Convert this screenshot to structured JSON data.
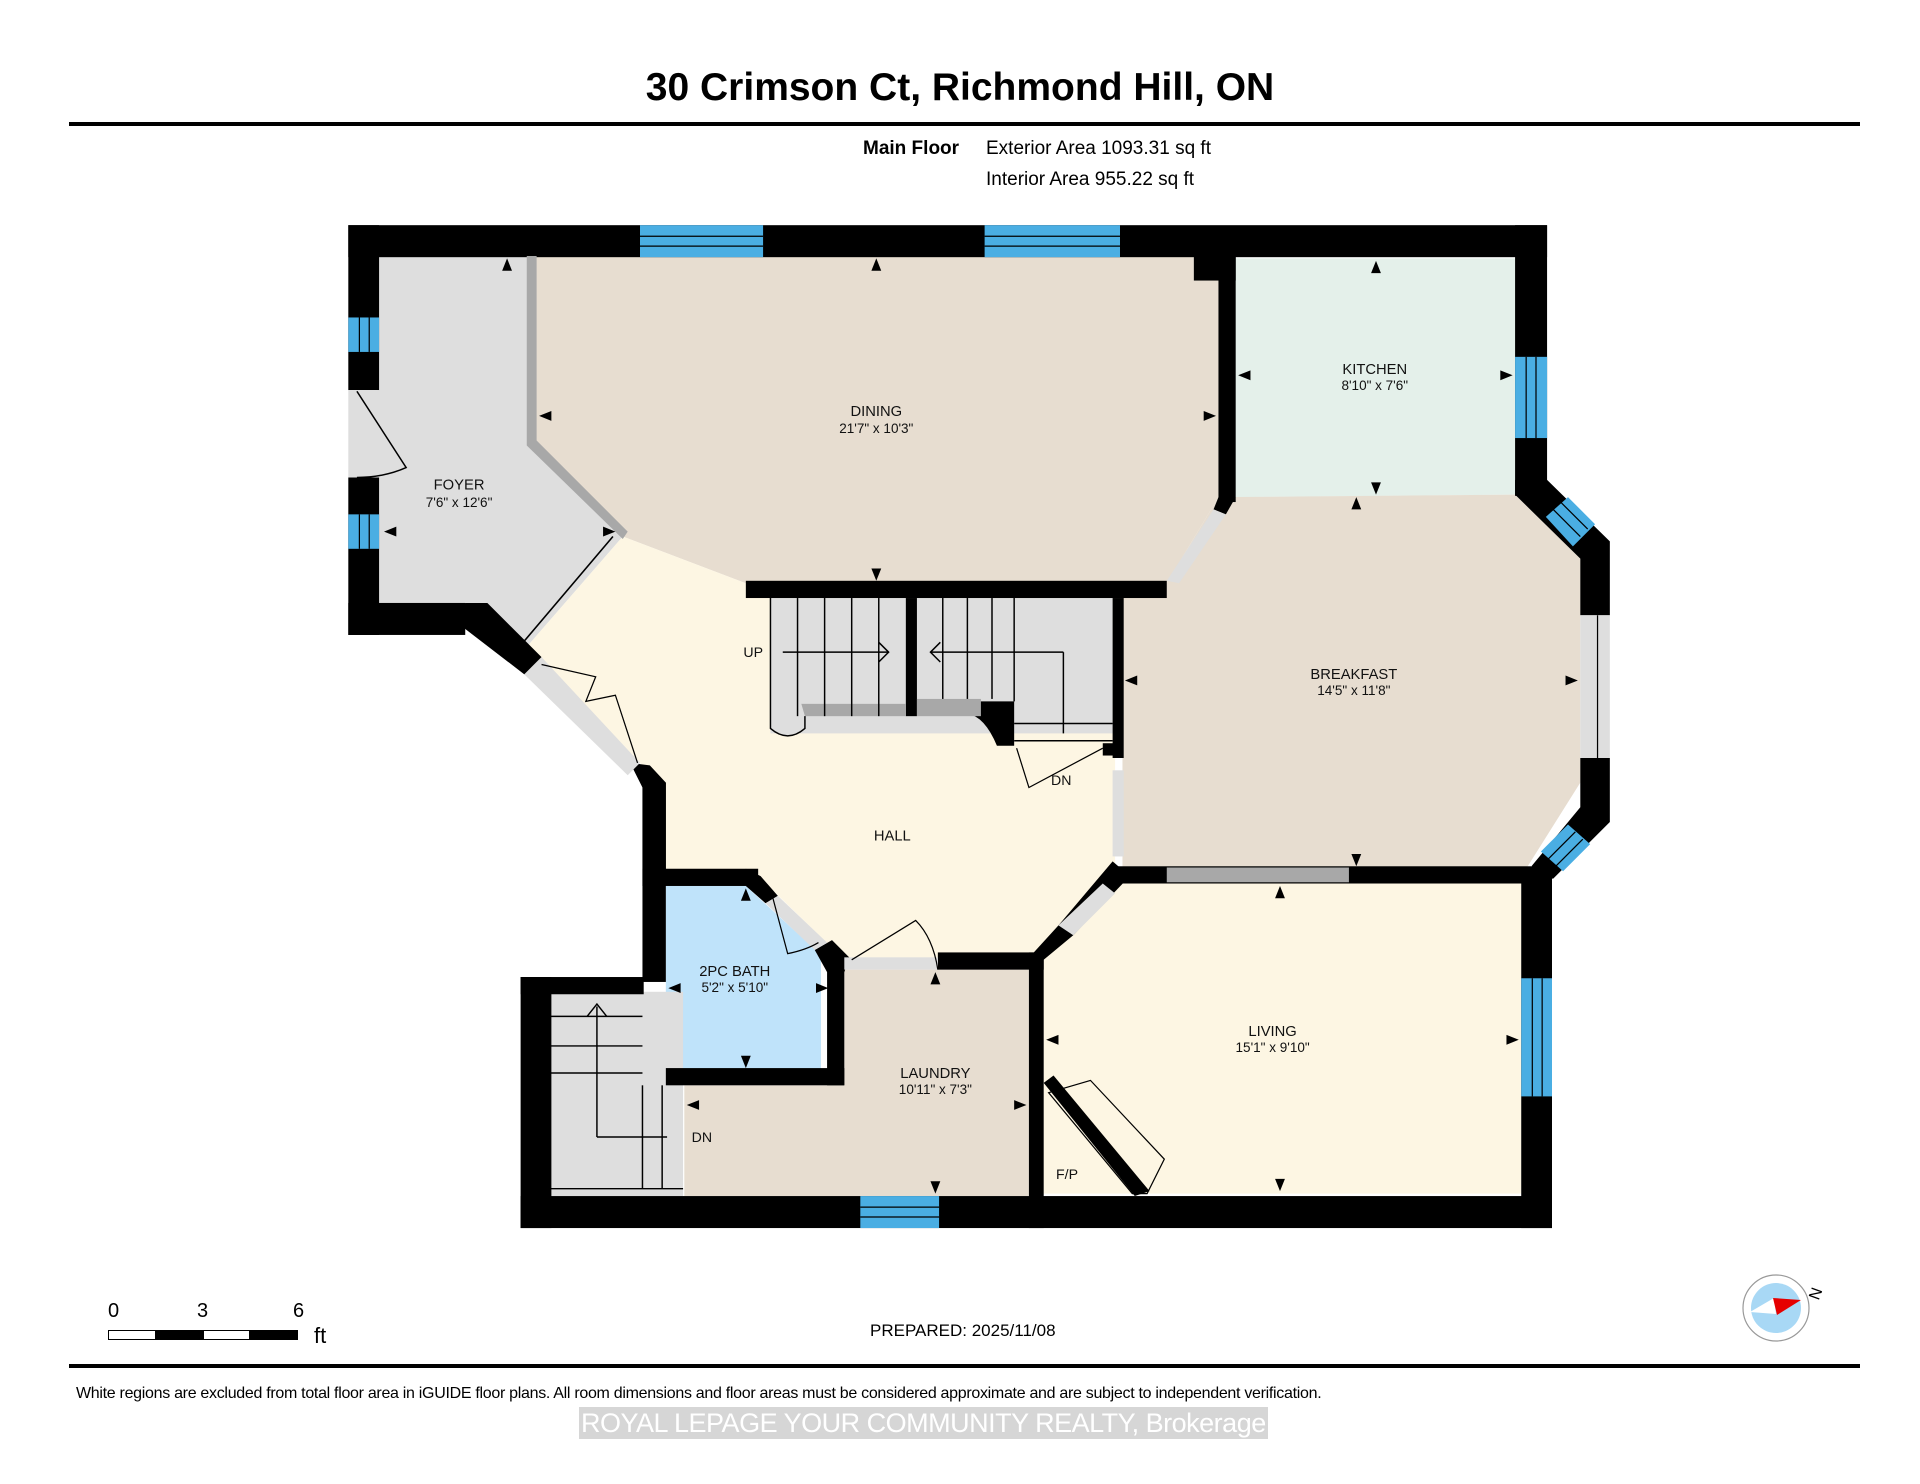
{
  "header": {
    "title": "30 Crimson Ct, Richmond Hill, ON",
    "floor_label": "Main Floor",
    "exterior_area": "Exterior Area 1093.31 sq ft",
    "interior_area": "Interior Area 955.22 sq ft"
  },
  "colors": {
    "wall": "#000000",
    "window": "#4aaee3",
    "opening": "#dcdcdc",
    "foyer_floor": "#dedede",
    "dining_floor": "#e7ddd0",
    "kitchen_floor": "#e4f0ea",
    "hall_floor": "#fdf6e3",
    "bath_floor": "#bfe3fa",
    "stairs": "#dedede",
    "compass_red": "#e60000",
    "compass_blue": "#a8d8f5"
  },
  "rooms": [
    {
      "id": "foyer",
      "name": "FOYER",
      "dims": "7'6\" x 12'6\""
    },
    {
      "id": "dining",
      "name": "DINING",
      "dims": "21'7\" x 10'3\""
    },
    {
      "id": "kitchen",
      "name": "KITCHEN",
      "dims": "8'10\" x 7'6\""
    },
    {
      "id": "breakfast",
      "name": "BREAKFAST",
      "dims": "14'5\" x 11'8\""
    },
    {
      "id": "hall",
      "name": "HALL",
      "dims": ""
    },
    {
      "id": "bath",
      "name": "2PC BATH",
      "dims": "5'2\" x 5'10\""
    },
    {
      "id": "laundry",
      "name": "LAUNDRY",
      "dims": "10'11\" x 7'3\""
    },
    {
      "id": "living",
      "name": "LIVING",
      "dims": "15'1\" x 9'10\""
    }
  ],
  "labels": {
    "stairs_up": "UP",
    "stairs_down_1": "DN",
    "stairs_down_2": "DN",
    "fireplace": "F/P"
  },
  "scale": {
    "ticks": [
      "0",
      "3",
      "6"
    ],
    "unit": "ft"
  },
  "footer": {
    "prepared": "PREPARED: 2025/11/08",
    "disclaimer": "White regions are excluded from total floor area in iGUIDE floor plans. All room dimensions and floor areas must be considered approximate and are subject to independent verification.",
    "watermark": "ROYAL LEPAGE YOUR COMMUNITY REALTY, Brokerage"
  },
  "compass": {
    "north_label": "N"
  }
}
